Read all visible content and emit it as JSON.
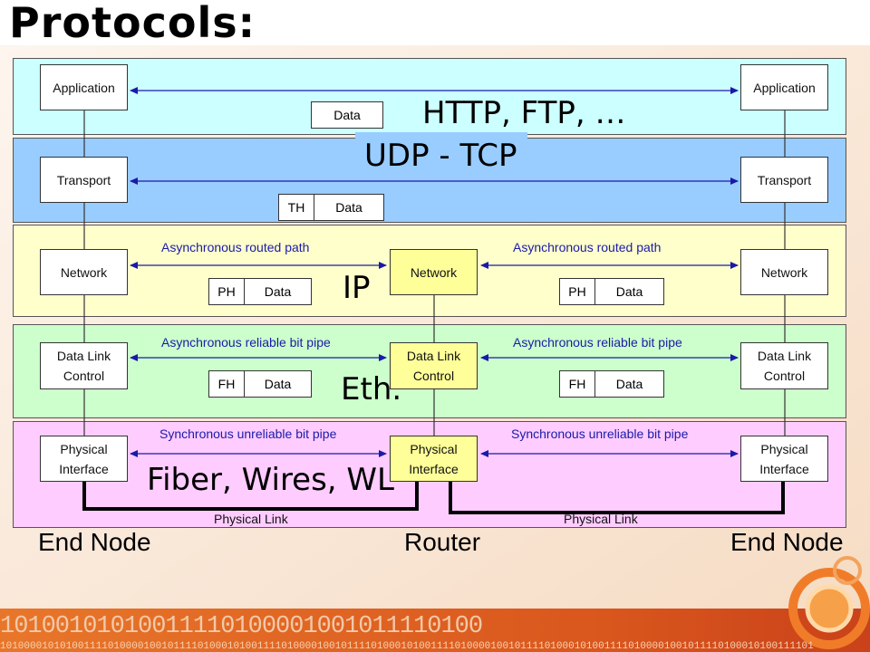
{
  "title": "Protocols:",
  "layers": {
    "application": "HTTP, FTP, …",
    "transport": "UDP - TCP",
    "network": "IP",
    "datalink": "Eth.",
    "physical": "Fiber, Wires, WL"
  },
  "boxes": {
    "application": "Application",
    "transport": "Transport",
    "network": "Network",
    "datalink": "Data Link\nControl",
    "physical": "Physical\nInterface"
  },
  "packets": {
    "data": "Data",
    "th": "TH",
    "ph": "PH",
    "fh": "FH"
  },
  "paths": {
    "routed": "Asynchronous routed path",
    "reliable": "Asynchronous reliable bit pipe",
    "unreliable": "Synchronous unreliable bit pipe",
    "link": "Physical Link"
  },
  "nodes": {
    "left": "End Node",
    "middle": "Router",
    "right": "End Node"
  },
  "footer": {
    "line1": "10100101010011110100001001011110100",
    "line2": "1010000101010011110100001001011110100010100111101000010010111101000101001111010000100101111010001010011110100001001011110100010100111101"
  },
  "colors": {
    "application_band": "#ccffff",
    "transport_band": "#99ccff",
    "network_band": "#ffffcc",
    "datalink_band": "#ccffcc",
    "physical_band": "#ffccff",
    "router_box": "#ffff99",
    "path_text": "#1a1aa8",
    "arrow": "#1a1aa8"
  }
}
